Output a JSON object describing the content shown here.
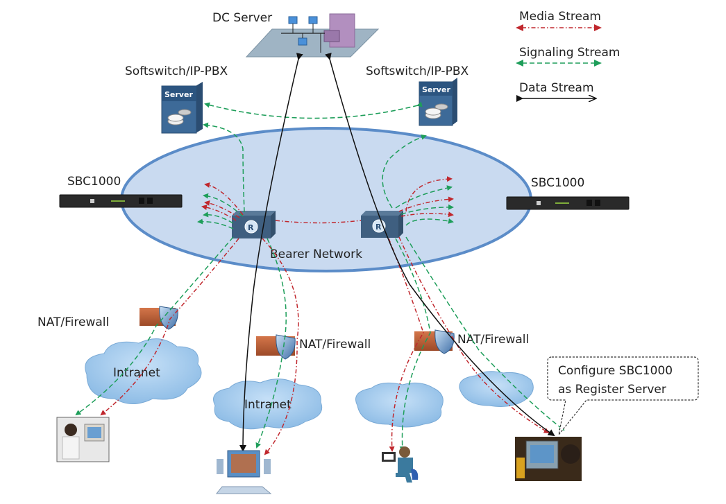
{
  "legend": {
    "items": [
      {
        "label": "Media Stream",
        "style": "dash-dot",
        "color": "#c0272d"
      },
      {
        "label": "Signaling Stream",
        "style": "dashed",
        "color": "#1e9e5a"
      },
      {
        "label": "Data Stream",
        "style": "solid",
        "color": "#111111"
      }
    ]
  },
  "nodes": {
    "dc_server": {
      "label": "DC Server"
    },
    "softswitch_left": {
      "label": "Softswitch/IP-PBX",
      "badge": "Server"
    },
    "softswitch_right": {
      "label": "Softswitch/IP-PBX",
      "badge": "Server"
    },
    "sbc_left": {
      "label": "SBC1000"
    },
    "sbc_right": {
      "label": "SBC1000"
    },
    "bearer_network": {
      "label": "Bearer Network"
    },
    "nat_left": {
      "label": "NAT/Firewall"
    },
    "nat_mid": {
      "label": "NAT/Firewall"
    },
    "nat_right": {
      "label": "NAT/Firewall"
    },
    "intranet_left": {
      "label": "Intranet"
    },
    "intranet_mid": {
      "label": "Intranet"
    },
    "callout": {
      "line1": "Configure SBC1000",
      "line2": "as Register Server"
    }
  },
  "colors": {
    "media": "#c0272d",
    "signaling": "#1e9e5a",
    "data": "#111111",
    "ellipse_fill": "#c9daf0",
    "ellipse_stroke": "#5b8cc8",
    "cloud": "#a9cdee"
  }
}
